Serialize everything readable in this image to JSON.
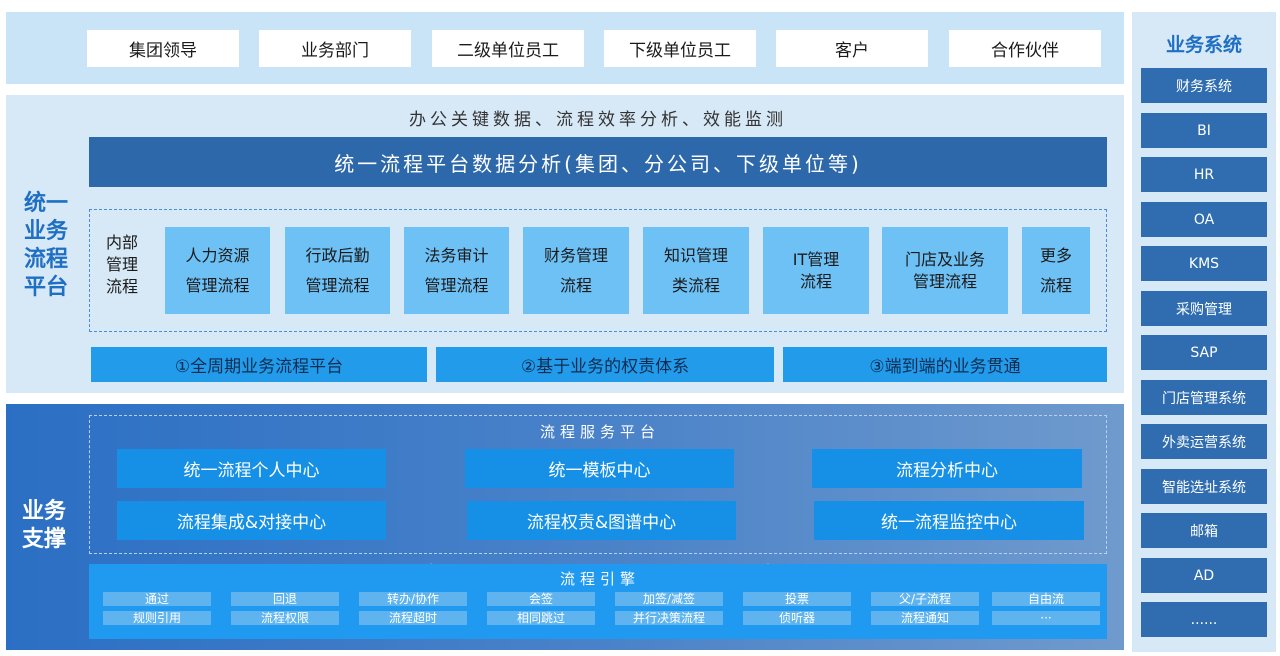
{
  "users": [
    "集团领导",
    "业务部门",
    "二级单位员工",
    "下级单位员工",
    "客户",
    "合作伙伴"
  ],
  "platform": {
    "side_label": [
      "统一",
      "业务",
      "流程",
      "平台"
    ],
    "kpi_line": "办公关键数据、流程效率分析、效能监测",
    "banner": "统一流程平台数据分析(集团、分公司、下级单位等)",
    "internal_label": [
      "内部",
      "管理",
      "流程"
    ],
    "processes": [
      [
        "人力资源",
        "管理流程"
      ],
      [
        "行政后勤",
        "管理流程"
      ],
      [
        "法务审计",
        "管理流程"
      ],
      [
        "财务管理",
        "流程"
      ],
      [
        "知识管理",
        "类流程"
      ],
      [
        "IT管理",
        "流程"
      ],
      [
        "门店及业务",
        "管理流程"
      ],
      [
        "更多",
        "流程"
      ]
    ],
    "features": [
      "①全周期业务流程平台",
      "②基于业务的权责体系",
      "③端到端的业务贯通"
    ]
  },
  "support": {
    "side_label": [
      "业务",
      "支撑"
    ],
    "service_title": "流程服务平台",
    "services": [
      "统一流程个人中心",
      "统一模板中心",
      "流程分析中心",
      "流程集成&对接中心",
      "流程权责&图谱中心",
      "统一流程监控中心"
    ],
    "arrow_icon": "↕",
    "engine_title": "流程引擎",
    "engine_row1": [
      "通过",
      "回退",
      "转办/协作",
      "会签",
      "加签/减签",
      "投票",
      "父/子流程",
      "自由流"
    ],
    "engine_row2": [
      "规则引用",
      "流程权限",
      "流程超时",
      "相同跳过",
      "并行决策流程",
      "侦听器",
      "流程通知",
      "···"
    ]
  },
  "systems": {
    "title": "业务系统",
    "items": [
      "财务系统",
      "BI",
      "HR",
      "OA",
      "KMS",
      "采购管理",
      "SAP",
      "门店管理系统",
      "外卖运营系统",
      "智能选址系统",
      "邮箱",
      "AD",
      "......"
    ]
  },
  "colors": {
    "accent": "#1f6fc4",
    "banner": "#2d68ab",
    "process_box": "#6ec1f5",
    "service_box": "#1590e6",
    "system_item": "#2f6db0"
  }
}
